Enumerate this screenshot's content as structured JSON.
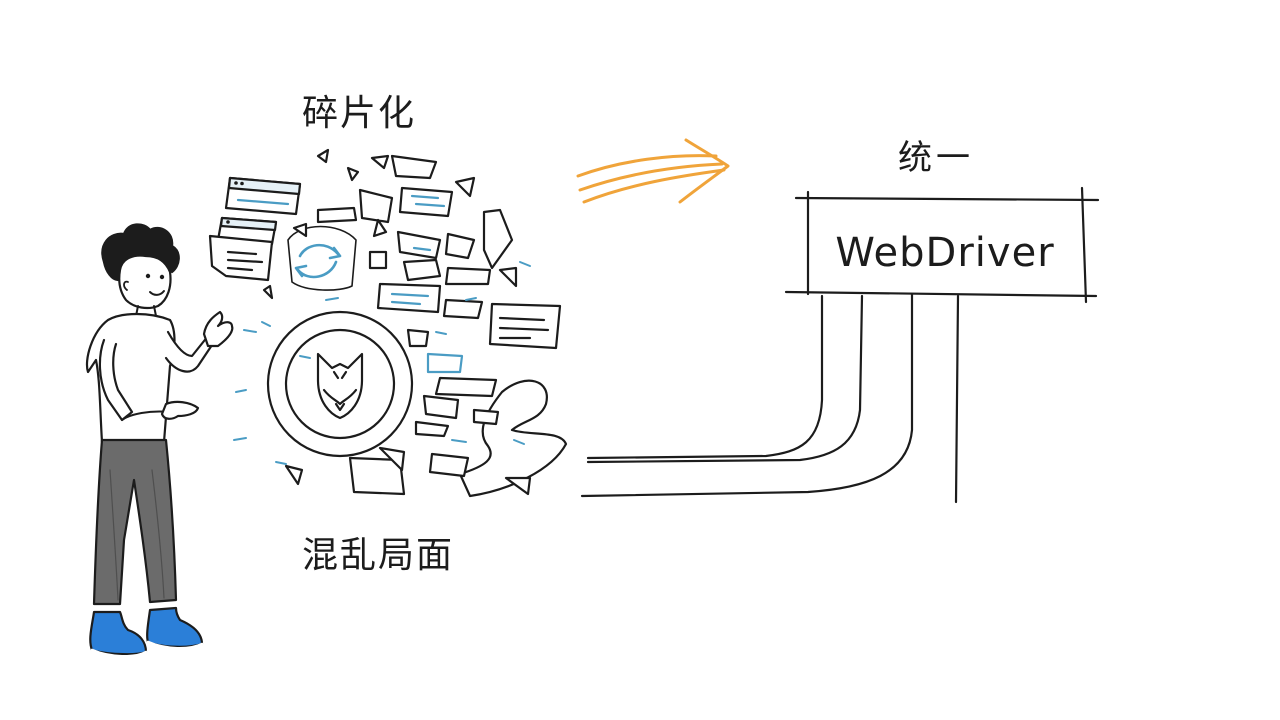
{
  "labels": {
    "fragmented": "碎片化",
    "chaos": "混乱局面",
    "unified": "统一",
    "webdriver": "WebDriver"
  },
  "colors": {
    "ink": "#1c1c1c",
    "accent_blue": "#4a9cc4",
    "arrow_orange": "#f0a43a",
    "shoe_blue": "#2b7fd8",
    "pants_gray": "#6b6b6b"
  },
  "icons": {
    "browser_logo": "fox-logo-icon",
    "transition": "arrow-right-icon"
  }
}
